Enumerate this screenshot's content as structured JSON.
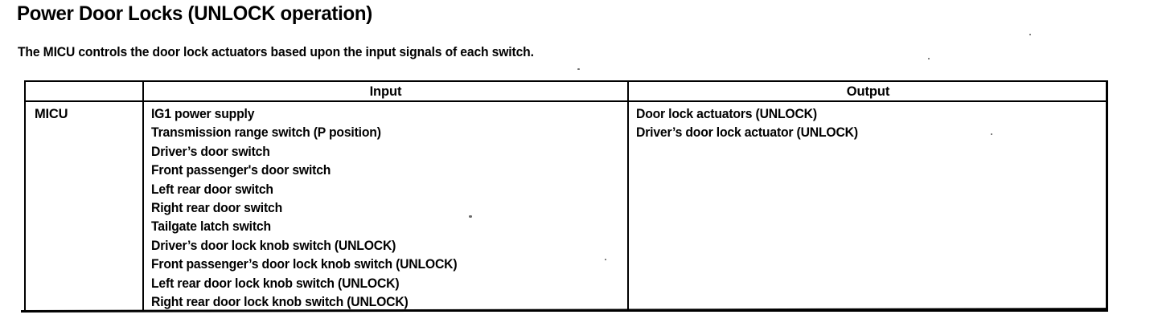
{
  "document": {
    "title": "Power Door Locks (UNLOCK operation)",
    "intro": "The MICU controls the door lock actuators based upon the input signals of each switch."
  },
  "table": {
    "headers": {
      "unit": "",
      "input": "Input",
      "output": "Output"
    },
    "row": {
      "unit": "MICU",
      "inputs": [
        "IG1 power supply",
        "Transmission range switch (P position)",
        "Driver’s door switch",
        "Front passenger's door switch",
        "Left rear door switch",
        "Right rear door switch",
        "Tailgate latch switch",
        "Driver’s door lock knob switch (UNLOCK)",
        "Front passenger’s door lock knob switch (UNLOCK)",
        "Left rear door lock knob switch (UNLOCK)",
        "Right rear door lock knob switch (UNLOCK)"
      ],
      "outputs": [
        "Door lock actuators (UNLOCK)",
        "Driver’s door lock actuator (UNLOCK)"
      ]
    }
  },
  "colors": {
    "ink": "#000000",
    "paper": "#ffffff"
  }
}
